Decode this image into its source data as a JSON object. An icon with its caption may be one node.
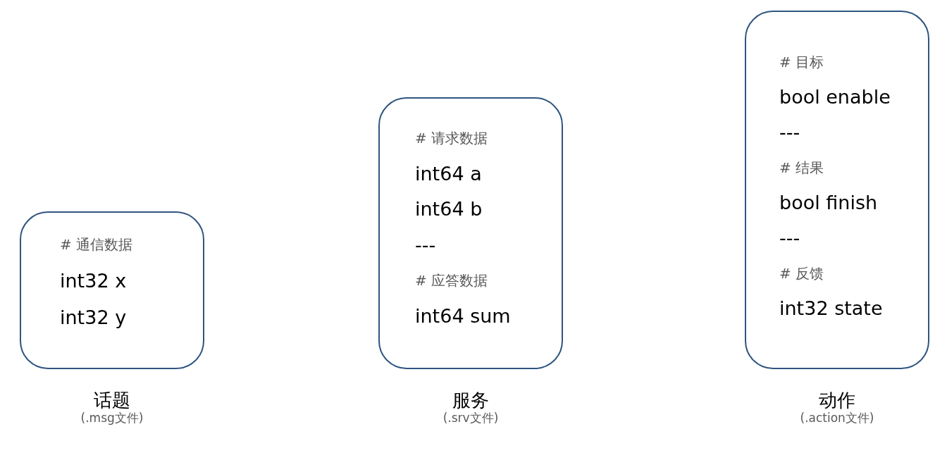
{
  "diagram": {
    "nodes": [
      {
        "text": [
          "# 通信数据",
          "int32 x",
          "int32 y"
        ],
        "beside": [
          "话题",
          "(.msg文件)"
        ]
      },
      {
        "text": [
          "# 请求数据",
          "int64 a",
          "int64 b",
          "---",
          "# 应答数据",
          "int64 sum"
        ],
        "beside": [
          "服务",
          "(.srv文件)"
        ]
      },
      {
        "text": [
          "# 目标",
          "bool enable",
          "---",
          "# 结果",
          "bool finish",
          "---",
          "# 反馈",
          "int32 state"
        ],
        "beside": [
          "动作",
          "(.action文件)"
        ]
      }
    ]
  }
}
